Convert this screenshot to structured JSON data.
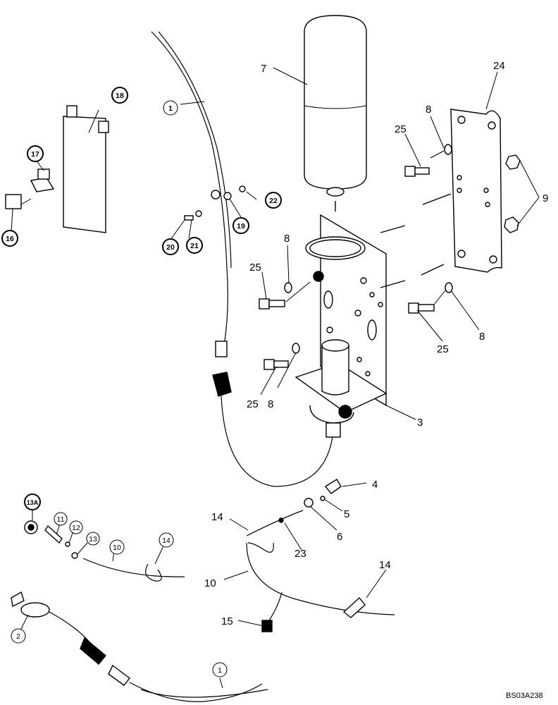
{
  "figure_ref": "BS03A238",
  "callouts": {
    "c1a": "1",
    "c1b": "1",
    "c2": "2",
    "c3": "3",
    "c4": "4",
    "c5": "5",
    "c6": "6",
    "c7": "7",
    "c8a": "8",
    "c8b": "8",
    "c8c": "8",
    "c8d": "8",
    "c9": "9",
    "c10a": "10",
    "c10b": "10",
    "c11": "11",
    "c12": "12",
    "c13": "13",
    "c13a": "13A",
    "c14a": "14",
    "c14b": "14",
    "c14c": "14",
    "c15": "15",
    "c16": "16",
    "c17": "17",
    "c18": "18",
    "c19": "19",
    "c20": "20",
    "c21": "21",
    "c22": "22",
    "c23": "23",
    "c24": "24",
    "c25a": "25",
    "c25b": "25",
    "c25c": "25",
    "c25d": "25"
  }
}
